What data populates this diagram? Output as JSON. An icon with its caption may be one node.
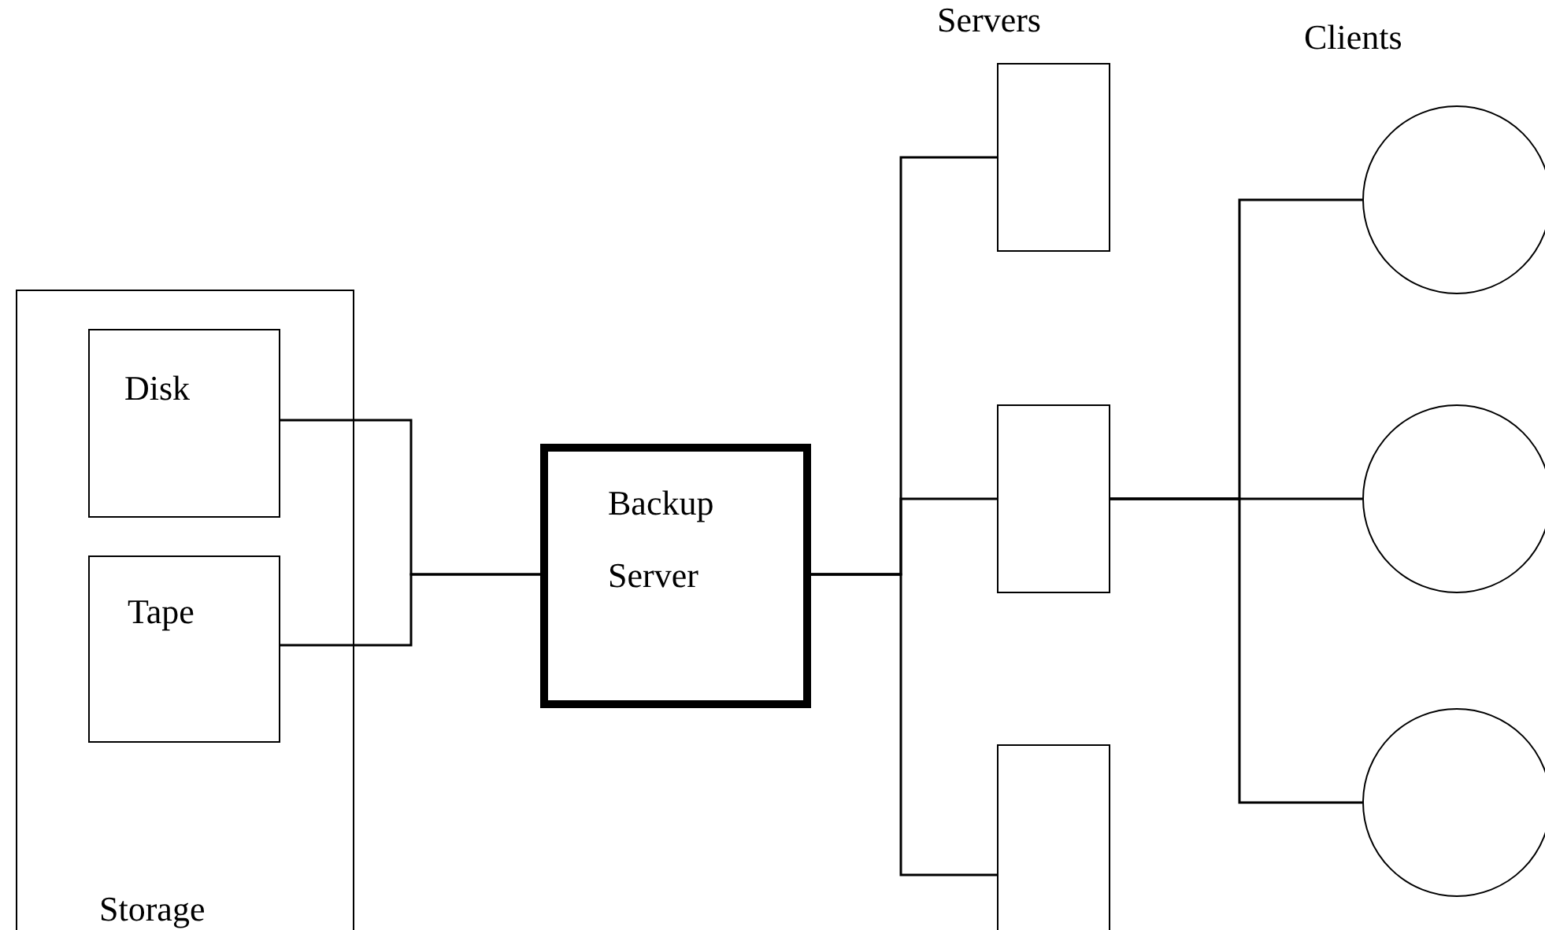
{
  "diagram": {
    "nodes": [
      {
        "text": [
          "Storage"
        ]
      },
      {
        "text": [
          "Disk"
        ],
        "in": 0
      },
      {
        "text": [
          "Tape"
        ],
        "in": 0
      },
      {
        "text": [
          "Backup Server"
        ]
      },
      {
        "text": [],
        "shape": "box"
      },
      {
        "text": [],
        "shape": "box"
      },
      {
        "text": [],
        "shape": "box"
      },
      {
        "text": [],
        "shape": "circle"
      },
      {
        "text": [],
        "shape": "circle"
      },
      {
        "text": [],
        "shape": "circle"
      }
    ],
    "edges": [
      {
        "from": 1,
        "to": 3,
        "arrow": "none"
      },
      {
        "from": 2,
        "to": 3,
        "arrow": "none"
      },
      {
        "from": 3,
        "to": 4,
        "arrow": "none"
      },
      {
        "from": 3,
        "to": 5,
        "arrow": "none"
      },
      {
        "from": 3,
        "to": 6,
        "arrow": "none"
      },
      {
        "from": 5,
        "to": 7,
        "arrow": "none"
      },
      {
        "from": 5,
        "to": 8,
        "arrow": "none"
      },
      {
        "from": 5,
        "to": 9,
        "arrow": "none"
      }
    ],
    "labels": [
      "Servers",
      "Clients"
    ]
  }
}
